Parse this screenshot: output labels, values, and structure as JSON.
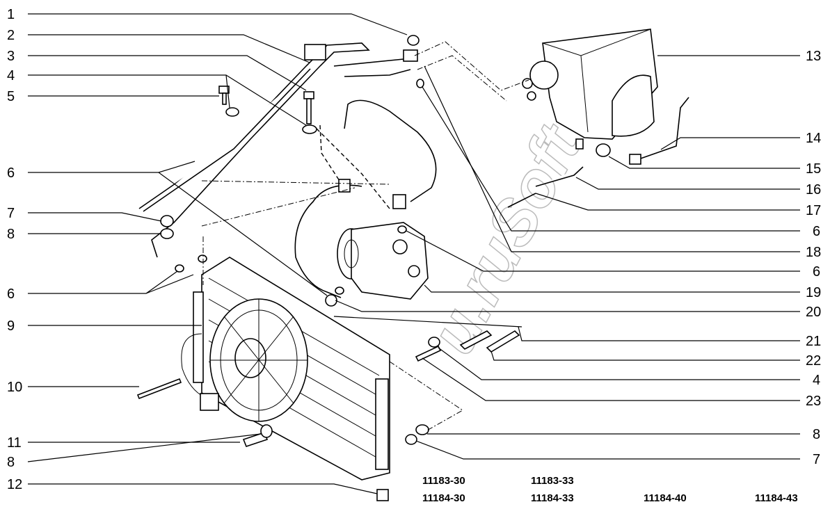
{
  "watermark": "u.ruSoft",
  "callouts_left": [
    "1",
    "2",
    "3",
    "4",
    "5",
    "6",
    "7",
    "8",
    "6",
    "9",
    "10",
    "11",
    "8",
    "12"
  ],
  "callouts_right": [
    "13",
    "14",
    "15",
    "16",
    "17",
    "6",
    "18",
    "6",
    "19",
    "20",
    "21",
    "22",
    "4",
    "23",
    "8",
    "7"
  ],
  "model_codes": [
    "11183-30",
    "11183-33",
    "11184-30",
    "11184-33",
    "11184-40",
    "11184-43"
  ]
}
